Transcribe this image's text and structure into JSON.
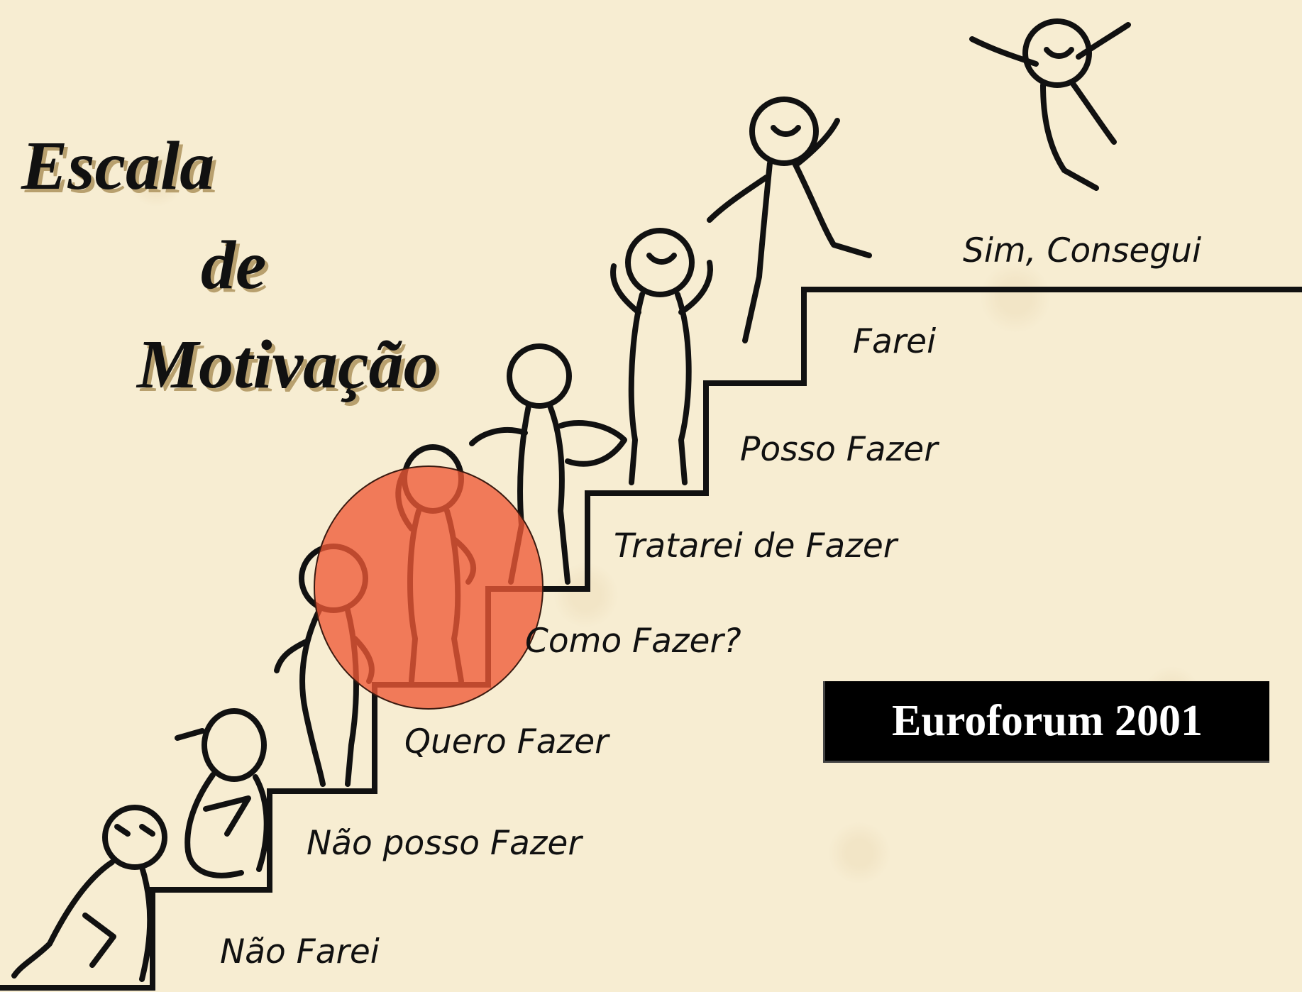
{
  "title": {
    "line1": "Escala",
    "line2": "de",
    "line3": "Motivação"
  },
  "steps": [
    {
      "label": "Não Farei"
    },
    {
      "label": "Não posso Fazer"
    },
    {
      "label": "Quero Fazer"
    },
    {
      "label": "Como Fazer?"
    },
    {
      "label": "Tratarei de Fazer"
    },
    {
      "label": "Posso Fazer"
    },
    {
      "label": "Farei"
    },
    {
      "label": "Sim, Consegui"
    }
  ],
  "badge": {
    "text": "Euroforum 2001"
  },
  "highlight": {
    "step_label": "Como Fazer?",
    "color": "#f05a37"
  },
  "colors": {
    "background": "#f7edd2",
    "ink": "#111111",
    "title_shadow": "#b8a06e",
    "badge_background": "#000000",
    "badge_text": "#ffffff"
  }
}
